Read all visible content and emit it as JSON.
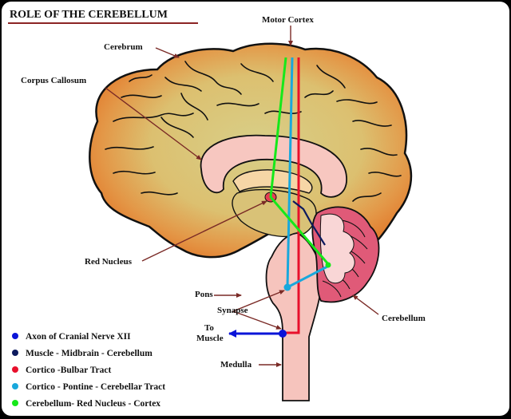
{
  "title": "ROLE OF THE CEREBELLUM",
  "labels": {
    "motor_cortex": "Motor Cortex",
    "cerebrum": "Cerebrum",
    "corpus_callosum": "Corpus Callosum",
    "red_nucleus": "Red Nucleus",
    "pons": "Pons",
    "synapse": "Synapse",
    "to_muscle_1": "To",
    "to_muscle_2": "Muscle",
    "medulla": "Medulla",
    "cerebellum": "Cerebellum"
  },
  "legend": [
    {
      "label": "Axon of Cranial Nerve  XII",
      "color": "#0a14d8"
    },
    {
      "label": "Muscle - Midbrain - Cerebellum",
      "color": "#0c1a5e"
    },
    {
      "label": "Cortico -Bulbar Tract",
      "color": "#e8102c"
    },
    {
      "label": "Cortico - Pontine - Cerebellar Tract",
      "color": "#19a8dc"
    },
    {
      "label": "Cerebellum- Red Nucleus - Cortex",
      "color": "#16e81a"
    }
  ],
  "colors": {
    "cortex_outer": "#e07a2c",
    "cortex_inner": "#d9c277",
    "corpus_callosum": "#f7c7c0",
    "brainstem": "#f6c4bd",
    "cerebellum": "#e05a78",
    "arrow": "#7a2a26",
    "title_underline": "#8c2424"
  }
}
